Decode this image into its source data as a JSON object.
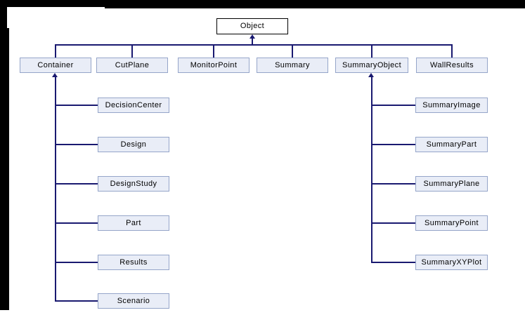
{
  "colors": {
    "edge": "#191970",
    "node_fill": "#e9edf7",
    "node_border": "#95a5c9",
    "root_fill": "#ffffff",
    "root_border": "#000000",
    "frame": "#000000"
  },
  "tree": {
    "root": {
      "label": "Object"
    },
    "level2": [
      {
        "label": "Container"
      },
      {
        "label": "CutPlane"
      },
      {
        "label": "MonitorPoint"
      },
      {
        "label": "Summary"
      },
      {
        "label": "SummaryObject"
      },
      {
        "label": "WallResults"
      }
    ],
    "container_children": [
      {
        "label": "DecisionCenter"
      },
      {
        "label": "Design"
      },
      {
        "label": "DesignStudy"
      },
      {
        "label": "Part"
      },
      {
        "label": "Results"
      },
      {
        "label": "Scenario"
      }
    ],
    "summaryobject_children": [
      {
        "label": "SummaryImage"
      },
      {
        "label": "SummaryPart"
      },
      {
        "label": "SummaryPlane"
      },
      {
        "label": "SummaryPoint"
      },
      {
        "label": "SummaryXYPlot"
      }
    ]
  }
}
